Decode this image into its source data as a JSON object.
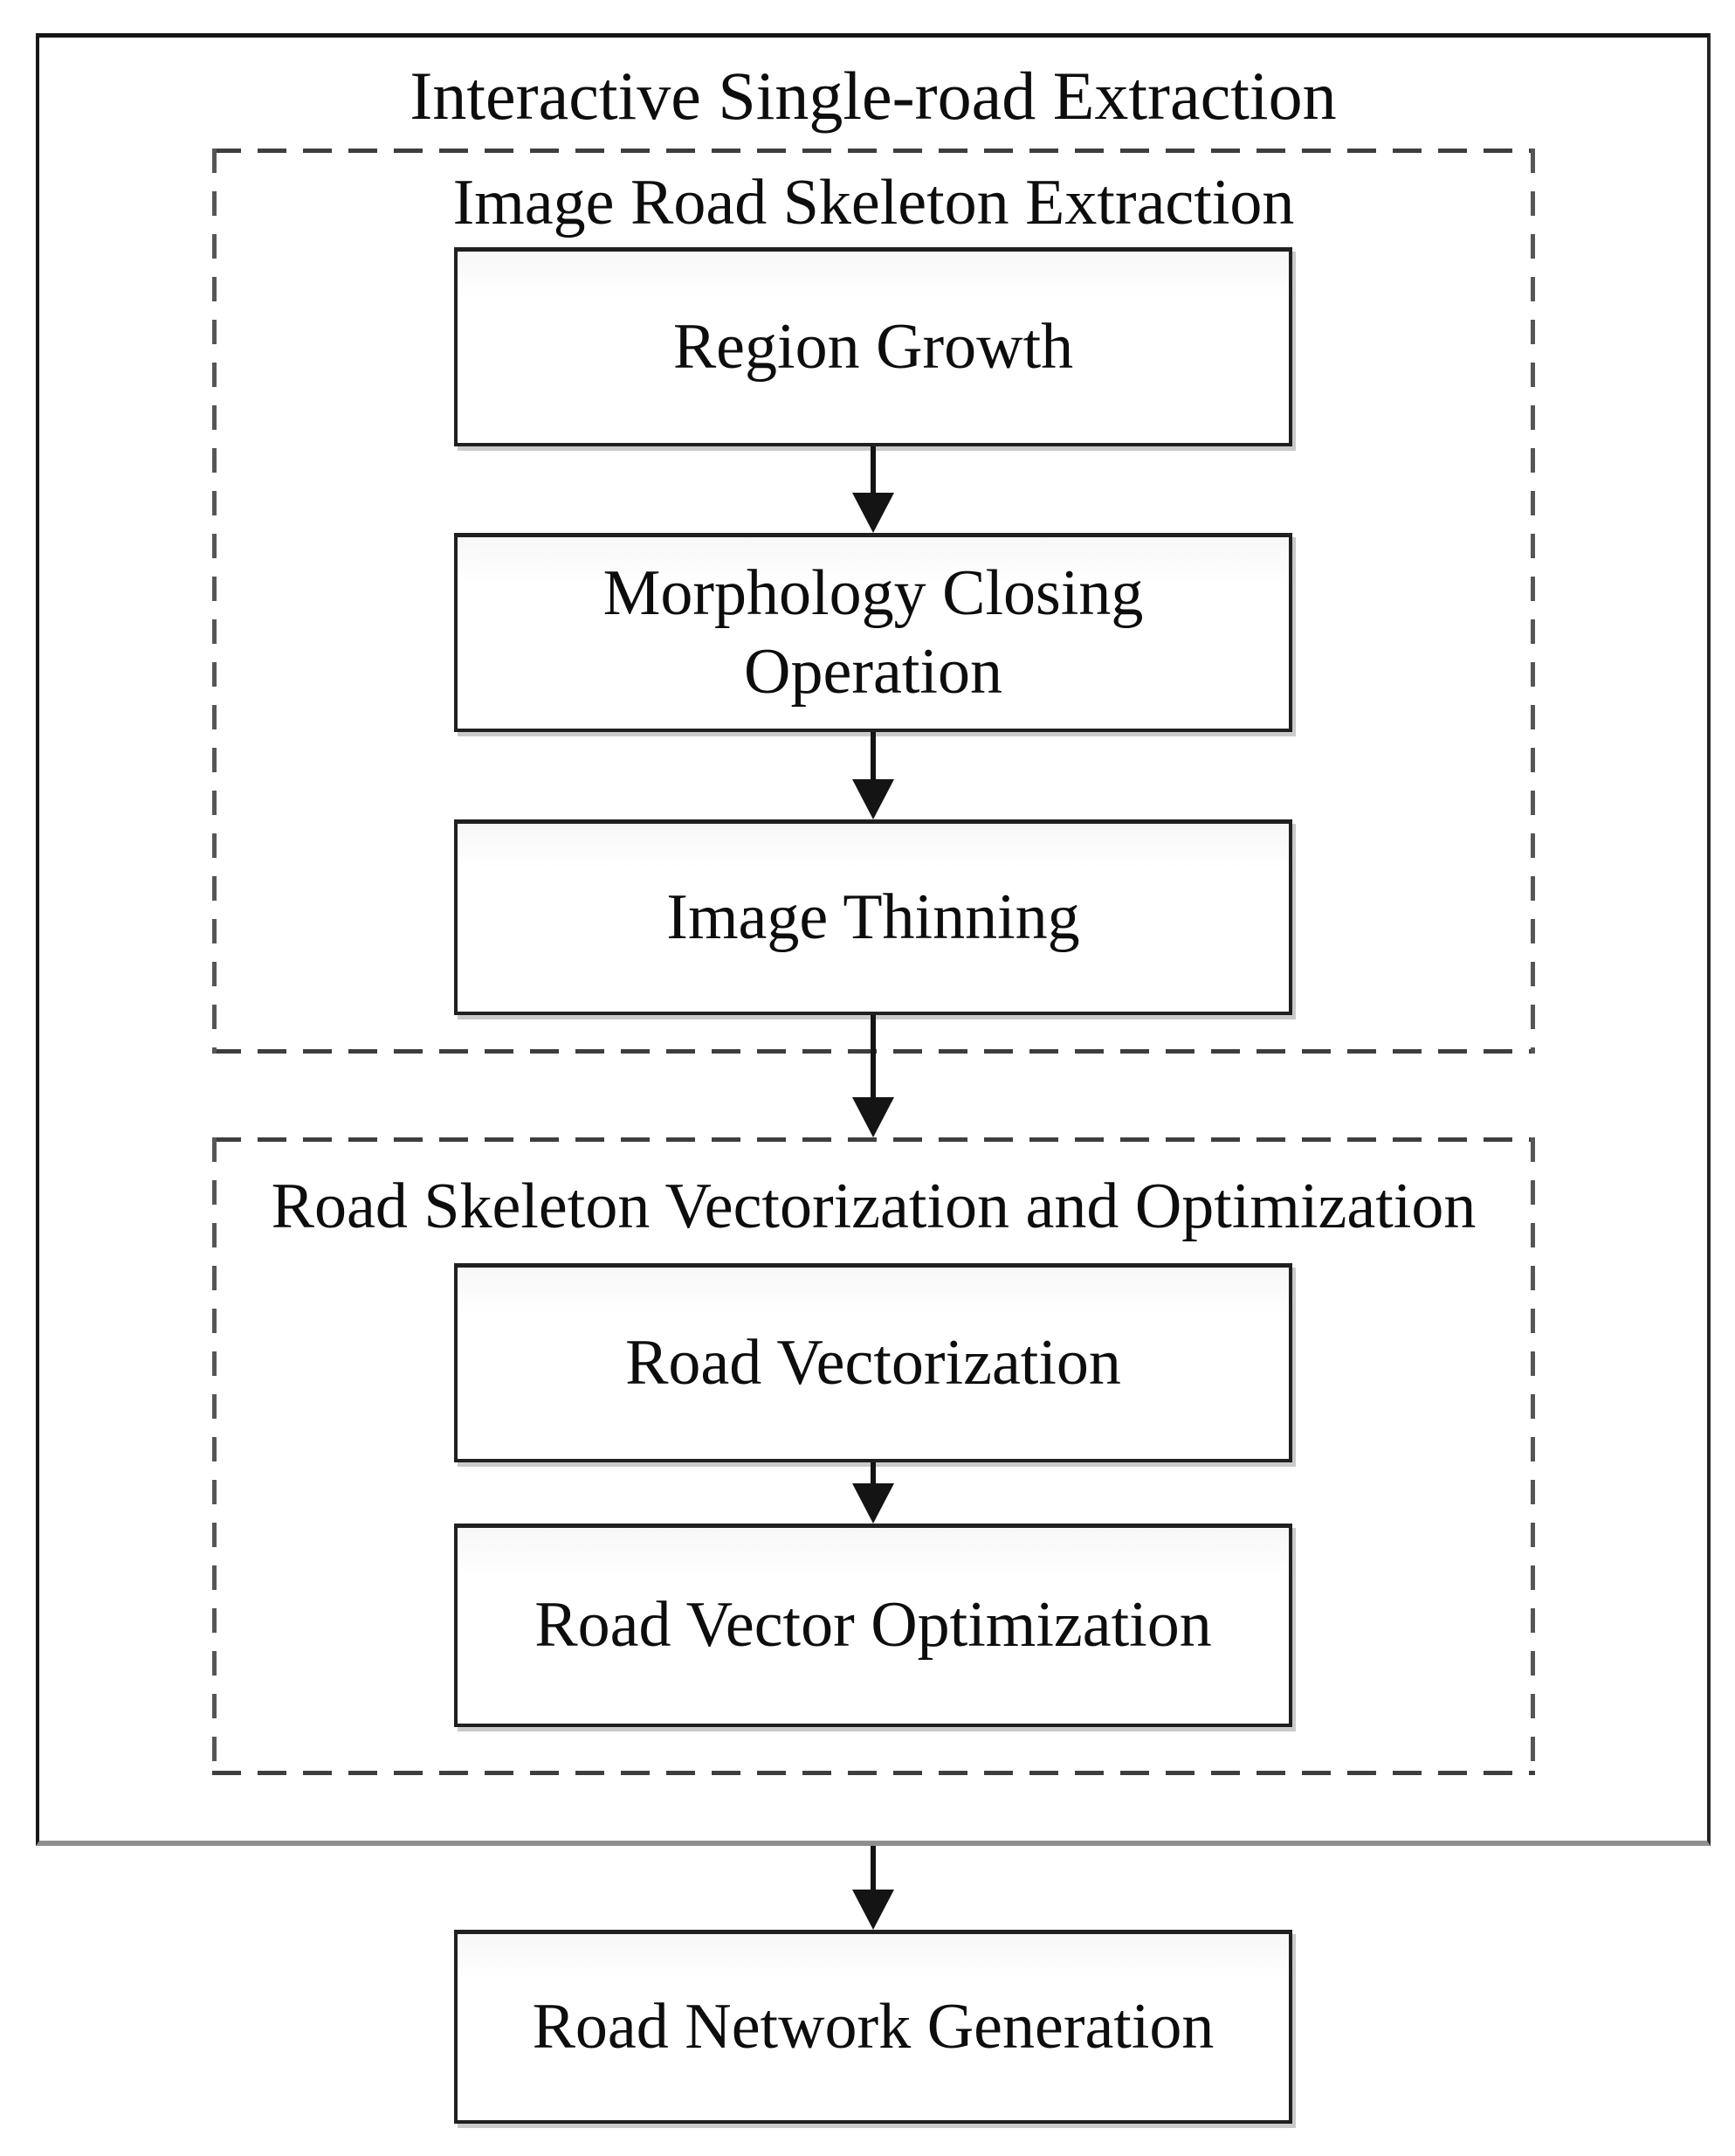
{
  "diagram": {
    "title": "Interactive Single-road Extraction",
    "stages": [
      {
        "title": "Image Road Skeleton Extraction",
        "steps": [
          "Region Growth",
          "Morphology Closing Operation",
          "Image Thinning"
        ]
      },
      {
        "title": "Road Skeleton Vectorization and Optimization",
        "steps": [
          "Road Vectorization",
          "Road Vector Optimization"
        ]
      }
    ],
    "final_step": "Road Network Generation",
    "colors": {
      "background": "#ffffff",
      "text": "#0d0d0d",
      "solid_border": "#1a1a1a",
      "dashed_border": "#474747",
      "arrow": "#141414",
      "shadow_gray": "#9e9e9e"
    }
  }
}
